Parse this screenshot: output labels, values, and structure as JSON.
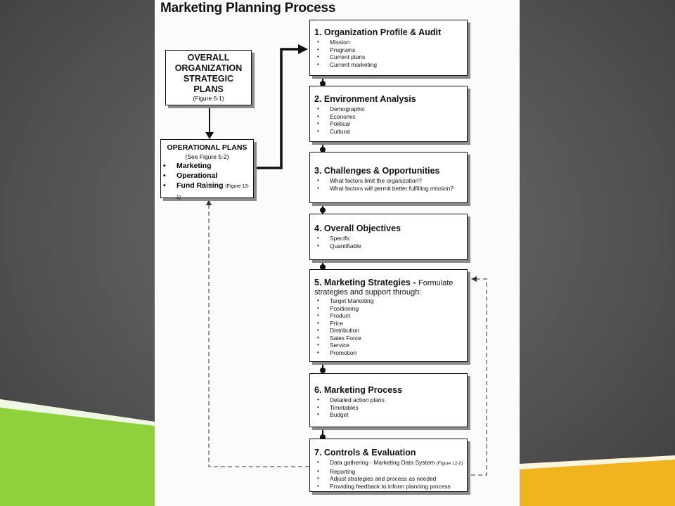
{
  "title": "Marketing Planning Process",
  "colors": {
    "background": "#555555",
    "green_ribbon": "#8fd13c",
    "yellow_ribbon": "#f2b41c",
    "paper": "#fbfbfa"
  },
  "overall_box": {
    "lines": [
      "OVERALL",
      "ORGANIZATION",
      "STRATEGIC",
      "PLANS"
    ],
    "ref": "(Figure 5-1)"
  },
  "operational_box": {
    "title": "OPERATIONAL PLANS",
    "ref": "(See Figure 5-2)",
    "items": [
      {
        "label": "Marketing",
        "note": ""
      },
      {
        "label": "Operational",
        "note": ""
      },
      {
        "label": "Fund Raising",
        "note": "(Figure 13-1)"
      }
    ]
  },
  "steps": [
    {
      "title": "1. Organization Profile & Audit",
      "items": [
        "Mission",
        "Programs",
        "Current plans",
        "Current marketing"
      ]
    },
    {
      "title": "2. Environment Analysis",
      "items": [
        "Demographic",
        "Economic",
        "Political",
        "Cultural"
      ]
    },
    {
      "title": "3. Challenges & Opportunities",
      "items": [
        "What factors limit the organization?",
        "What factors will permit better fulfilling mission?"
      ]
    },
    {
      "title": "4. Overall Objectives",
      "items": [
        "Specific",
        "Quantifiable"
      ]
    },
    {
      "title": "5. Marketing Strategies -",
      "title_suffix": "Formulate",
      "subtitle": "strategies and support through:",
      "items": [
        "Target Marketing",
        "Positioning",
        "Product",
        "Price",
        "Distribution",
        "Sales Force",
        "Service",
        "Promotion"
      ]
    },
    {
      "title": "6. Marketing Process",
      "items": [
        "Detailed action plans",
        "Timetables",
        "Budget"
      ]
    },
    {
      "title": "7. Controls & Evaluation",
      "items": [
        "Data gathering - Marketing Data System",
        "Reporting",
        "Adjust strategies and process as needed",
        "Providing feedback to inform planning process"
      ],
      "item_note": "(Figure 12-2)"
    }
  ]
}
